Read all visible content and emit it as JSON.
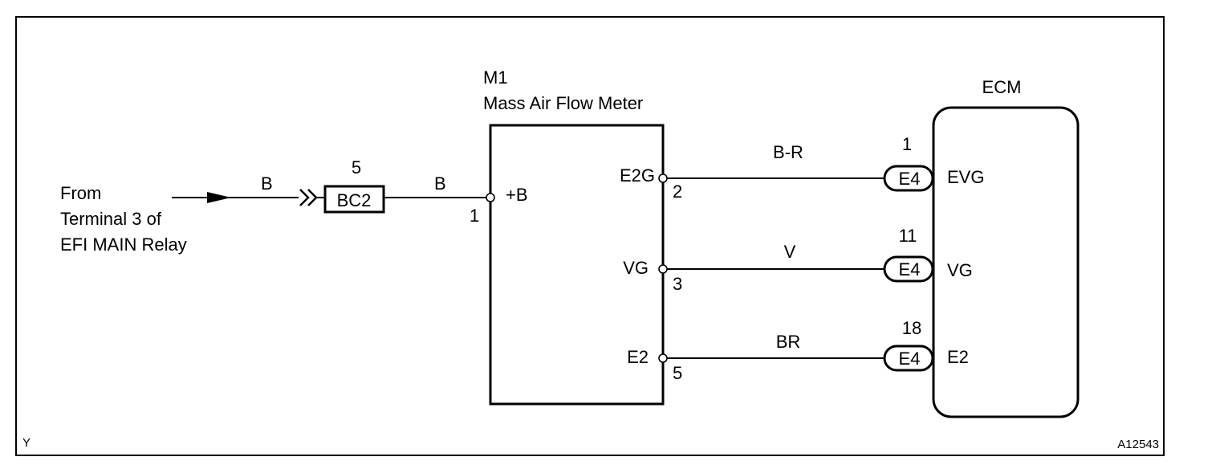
{
  "source": {
    "lines": [
      "From",
      "Terminal 3 of",
      "EFI MAIN Relay"
    ],
    "wire_color": "B"
  },
  "junction": {
    "label": "BC2",
    "pin": "5",
    "wire_color": "B"
  },
  "meter": {
    "code": "M1",
    "name": "Mass Air Flow Meter",
    "supply_terminal": "+B",
    "supply_pin": "1",
    "terminals": [
      {
        "name": "E2G",
        "pin": "2"
      },
      {
        "name": "VG",
        "pin": "3"
      },
      {
        "name": "E2",
        "pin": "5"
      }
    ]
  },
  "wires": [
    {
      "color": "B-R"
    },
    {
      "color": "V"
    },
    {
      "color": "BR"
    }
  ],
  "ecm": {
    "name": "ECM",
    "connector": "E4",
    "terminals": [
      {
        "name": "EVG",
        "pin": "1"
      },
      {
        "name": "VG",
        "pin": "11"
      },
      {
        "name": "E2",
        "pin": "18"
      }
    ]
  },
  "footer": {
    "left": "Y",
    "right": "A12543"
  }
}
